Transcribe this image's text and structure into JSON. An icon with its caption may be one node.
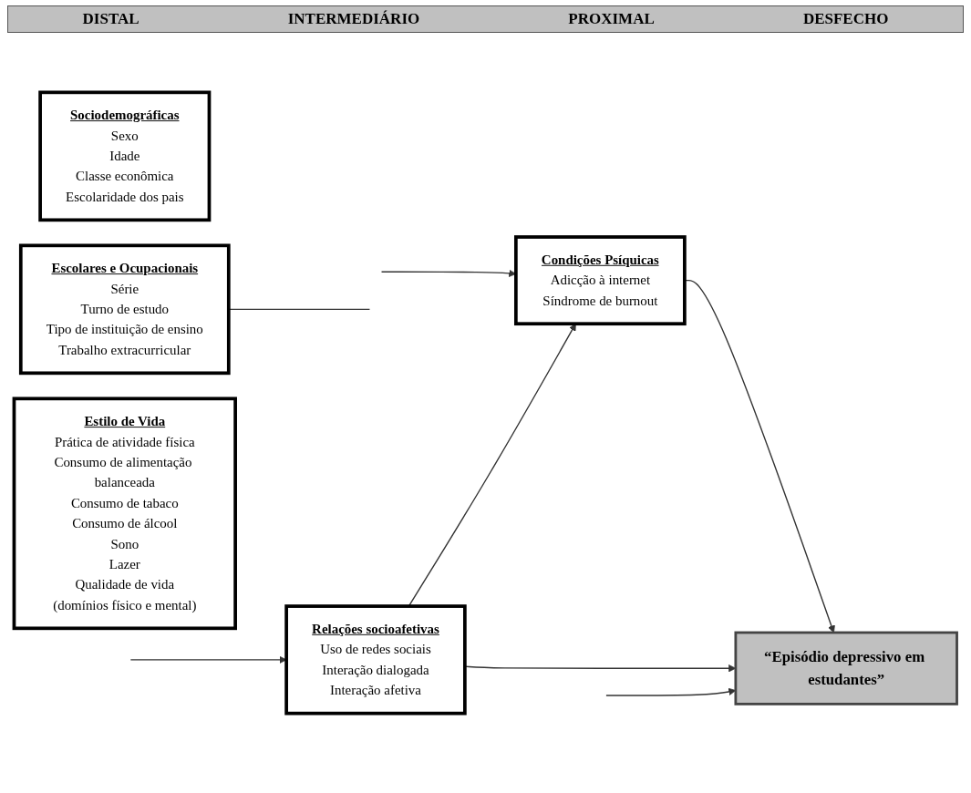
{
  "diagram": {
    "nodes": [
      {
        "text": [
          "Sociodemográficas",
          "Sexo",
          "Idade",
          "Classe econômica",
          "Escolaridade dos pais"
        ]
      },
      {
        "text": [
          "Escolares e Ocupacionais",
          "Série",
          "Turno de estudo",
          "Tipo de instituição de ensino",
          "Trabalho extracurricular"
        ]
      },
      {
        "text": [
          "Estilo de Vida",
          "Prática de atividade física",
          "Consumo de alimentação balanceada",
          "Consumo de tabaco",
          "Consumo de álcool",
          "Sono",
          "Lazer",
          "Qualidade de vida",
          "(domínios físico e mental)"
        ]
      },
      {
        "text": [
          "Relações socioafetivas",
          "Uso de redes sociais",
          "Interação dialogada",
          "Interação afetiva"
        ]
      },
      {
        "text": [
          "Condições Psíquicas",
          "Adicção à internet",
          "Síndrome de burnout"
        ]
      },
      {
        "text": [
          "“Episódio depressivo em estudantes”"
        ]
      }
    ],
    "edges": [
      {
        "from": 1,
        "to": null,
        "arrow": "none"
      },
      {
        "from": null,
        "to": 3,
        "arrow": "to"
      },
      {
        "from": null,
        "to": 4,
        "arrow": "to"
      },
      {
        "from": 3,
        "to": 4,
        "arrow": "to"
      },
      {
        "from": 4,
        "to": 5,
        "arrow": "to"
      },
      {
        "from": 3,
        "to": 5,
        "arrow": "to"
      },
      {
        "from": null,
        "to": 5,
        "arrow": "to"
      }
    ],
    "labels": [
      "DISTAL",
      "INTERMEDIÁRIO",
      "PROXIMAL",
      "DESFECHO"
    ]
  }
}
